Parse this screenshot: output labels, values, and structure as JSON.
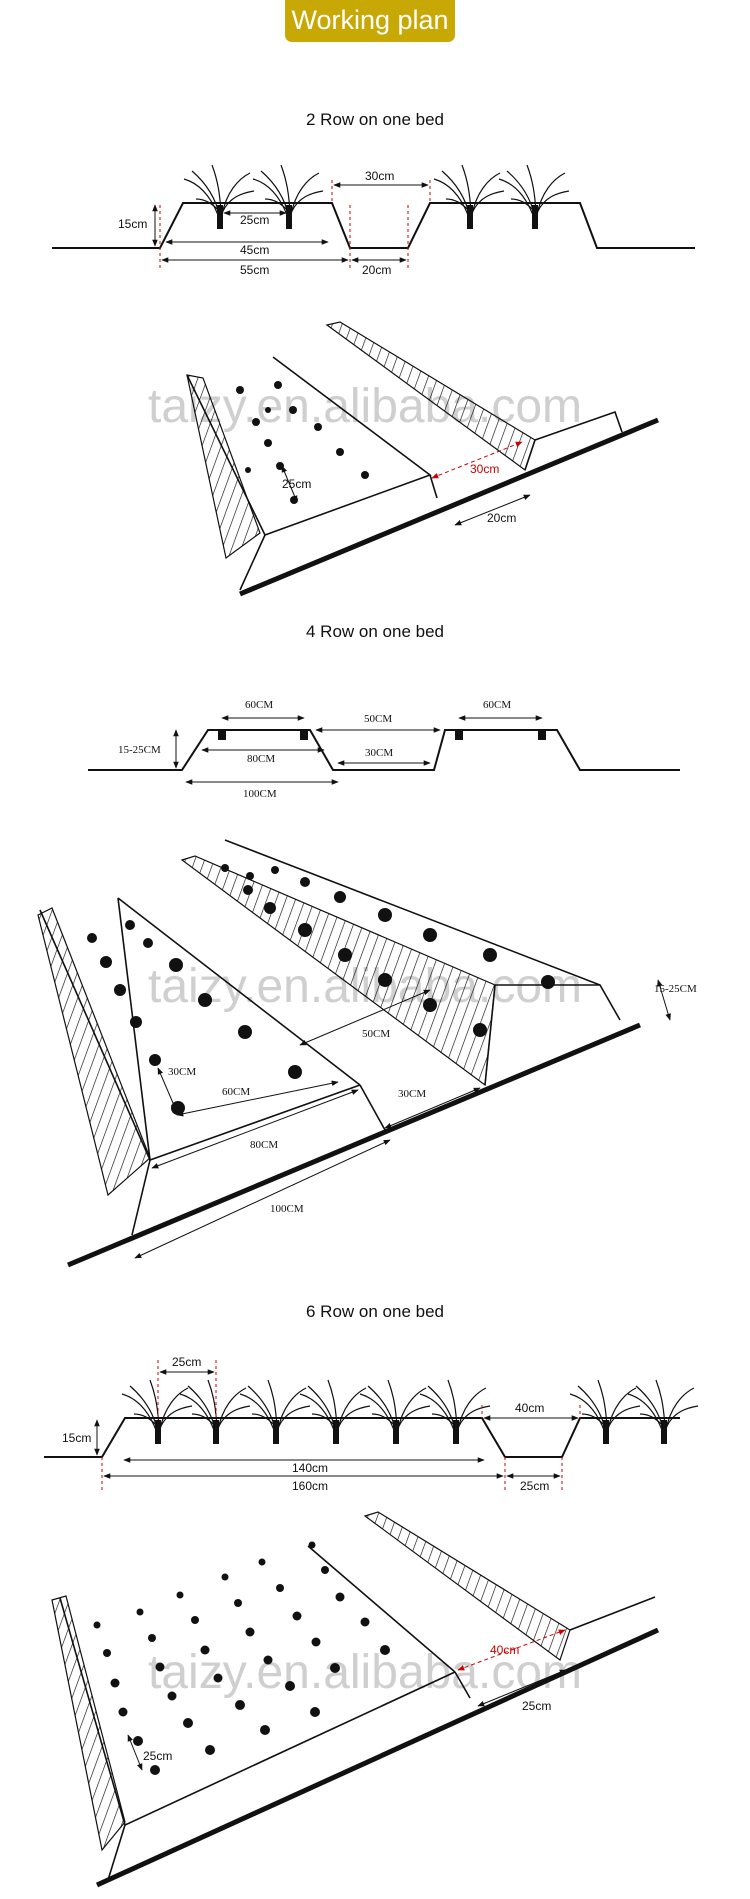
{
  "header": {
    "title": "Working plan"
  },
  "colors": {
    "accent": "#c8a805",
    "ink": "#111111",
    "dim_red": "#cc0000",
    "watermark": "#cfcfcf"
  },
  "watermark": "taizy.en.alibaba.com",
  "sections": {
    "two_row": {
      "title": "2 Row on one bed",
      "profile": {
        "bed_height": "15cm",
        "plant_spacing": "25cm",
        "bed_top": "45cm",
        "bed_bottom": "55cm",
        "furrow_top": "30cm",
        "furrow_bottom": "20cm"
      },
      "perspective": {
        "row_spacing": "25cm",
        "furrow_top": "30cm",
        "furrow_bottom": "20cm"
      }
    },
    "four_row": {
      "title": "4 Row on one bed",
      "profile": {
        "bed_height": "15-25CM",
        "bed_top": "60CM",
        "bed_top_right": "60CM",
        "bed_inner": "80CM",
        "bed_bottom": "100CM",
        "furrow_top": "50CM",
        "furrow_bottom": "30CM"
      },
      "perspective": {
        "bed_height": "15-25CM",
        "row_spacing": "30CM",
        "bed_top": "60CM",
        "bed_inner": "80CM",
        "bed_bottom": "100CM",
        "furrow_top": "50CM",
        "furrow_bottom": "30CM"
      }
    },
    "six_row": {
      "title": "6 Row on one bed",
      "profile": {
        "bed_height": "15cm",
        "plant_spacing": "25cm",
        "bed_top": "140cm",
        "bed_bottom": "160cm",
        "furrow_top": "40cm",
        "furrow_bottom": "25cm"
      },
      "perspective": {
        "row_spacing": "25cm",
        "furrow_top": "40cm",
        "furrow_bottom": "25cm"
      }
    }
  }
}
